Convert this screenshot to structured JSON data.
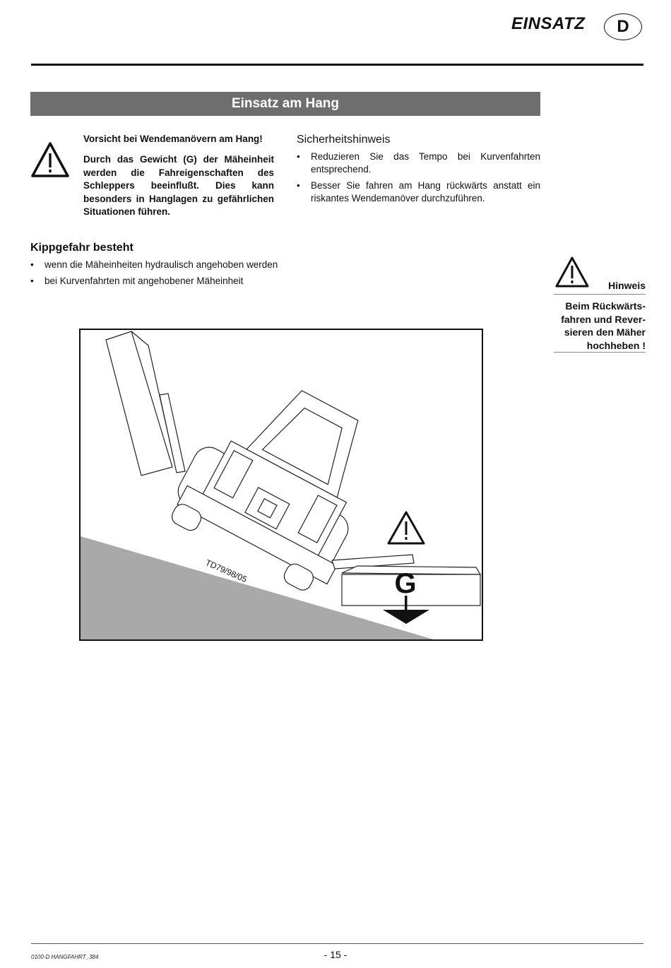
{
  "header": {
    "section_title": "EINSATZ",
    "language_badge": "D"
  },
  "banner": {
    "title": "Einsatz am Hang"
  },
  "warning": {
    "heading": "Vorsicht bei Wendemanövern am Hang!",
    "body": "Durch das Gewicht (G) der Mäheinheit werden die Fahreigenschaften des Schleppers beeinflußt. Dies kann besonders in Hanglagen zu gefährlichen Situationen führen."
  },
  "safety": {
    "heading": "Sicherheitshinweis",
    "items": [
      "Reduzieren Sie das Tempo bei Kurvenfahrten entsprechend.",
      "Besser Sie fahren am Hang rückwärts anstatt ein riskantes Wendemanöver durchzuführen."
    ]
  },
  "tipping": {
    "heading": "Kippgefahr besteht",
    "items": [
      "wenn die Mäheinheiten hydraulisch angehoben werden",
      "bei Kurvenfahrten mit angehobener Mäheinheit"
    ]
  },
  "side_note": {
    "label": "Hinweis",
    "text": "Beim Rückwärts-fahren und Rever-sieren den Mäher hochheben !"
  },
  "figure": {
    "code": "TD79/98/05",
    "weight_label": "G"
  },
  "footer": {
    "doc_id": "0100-D HANGFAHRT_384",
    "page": "- 15 -"
  }
}
